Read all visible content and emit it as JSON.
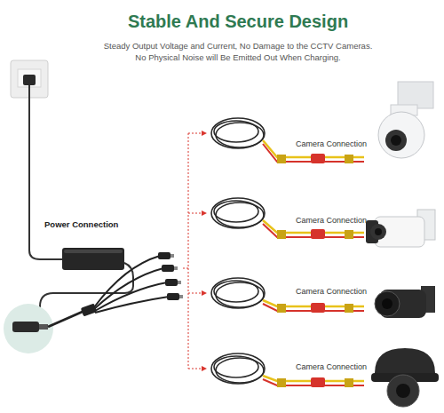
{
  "diagram": {
    "title": "Stable And Secure Design",
    "labels": [
      "Steady Output Voltage and Current, No Damage to the CCTV Cameras.",
      "No Physical Noise will Be Emitted Out When Charging.",
      "Power Connection",
      "Camera Connection",
      "Camera Connection",
      "Camera Connection",
      "Camera Connection"
    ]
  }
}
